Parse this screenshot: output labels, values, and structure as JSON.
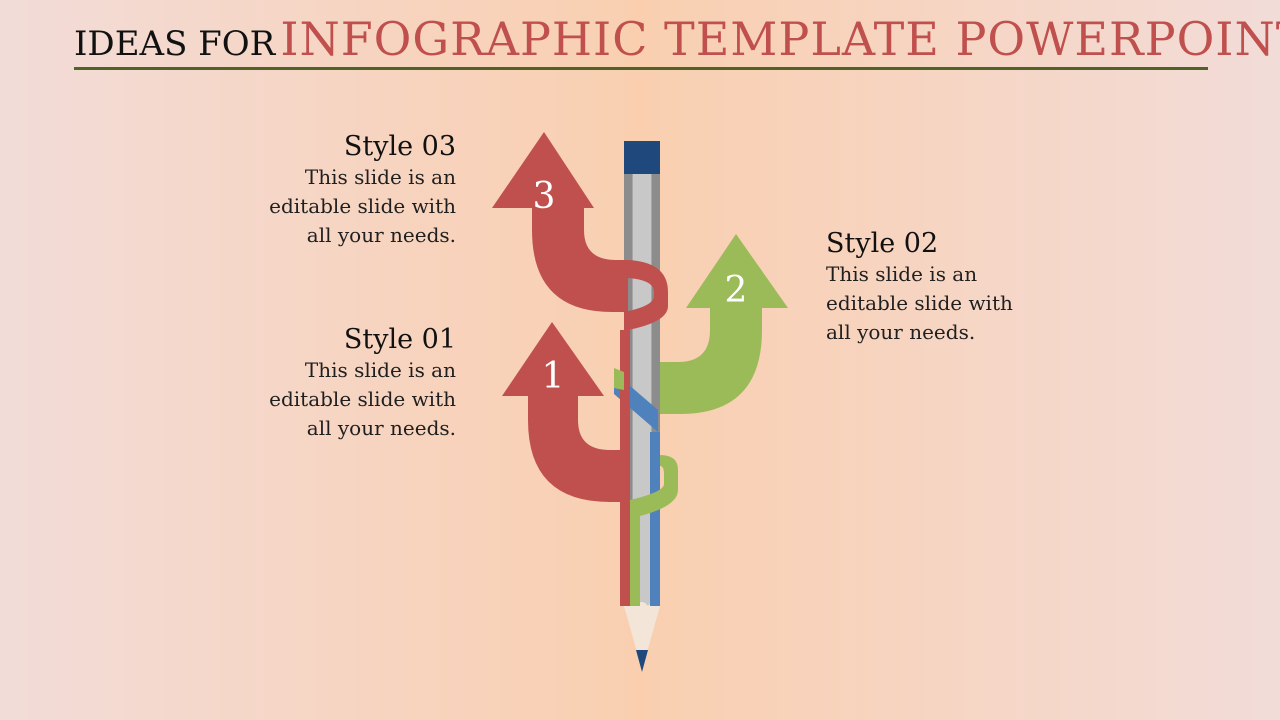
{
  "title": {
    "lead": "IDEAS FOR",
    "main": "INFOGRAPHIC TEMPLATE POWERPOINT"
  },
  "steps": [
    {
      "number": "1",
      "heading": "Style 01",
      "lines": [
        "This slide is an",
        "editable slide with",
        "all your needs."
      ],
      "color": "#c0504d"
    },
    {
      "number": "2",
      "heading": "Style 02",
      "lines": [
        "This slide is an",
        "editable slide with",
        "all your needs."
      ],
      "color": "#9bbb59"
    },
    {
      "number": "3",
      "heading": "Style 03",
      "lines": [
        "This slide is an",
        "editable slide with",
        "all your needs."
      ],
      "color": "#c0504d"
    }
  ],
  "colors": {
    "red": "#c0504d",
    "green": "#9bbb59",
    "blue": "#4f81bd",
    "accent_line": "#4f6228",
    "pencil_cap": "#1f497d"
  },
  "icons": [
    "pencil-icon",
    "arrow-up-icon"
  ]
}
